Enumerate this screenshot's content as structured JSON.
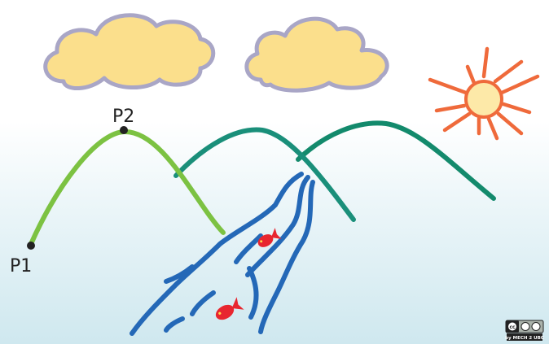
{
  "labels": {
    "point_1": "P1",
    "point_2": "P2"
  },
  "license": {
    "badge_text": "cc",
    "credit": "by MECH 2 UBC"
  },
  "colors": {
    "cloud_fill": "#fbdf8c",
    "cloud_outline": "#a9a6c6",
    "sun": "#ef6a3b",
    "sun_core": "#fde9a8",
    "hill_left": "#7cc242",
    "hill_middle": "#1a8f7a",
    "hill_right": "#138a6c",
    "river": "#2468b7",
    "fish": "#e8262f",
    "point_marker": "#222222"
  },
  "icons": [
    "cloud",
    "sun",
    "fish",
    "river",
    "hill",
    "creative-commons-badge"
  ]
}
